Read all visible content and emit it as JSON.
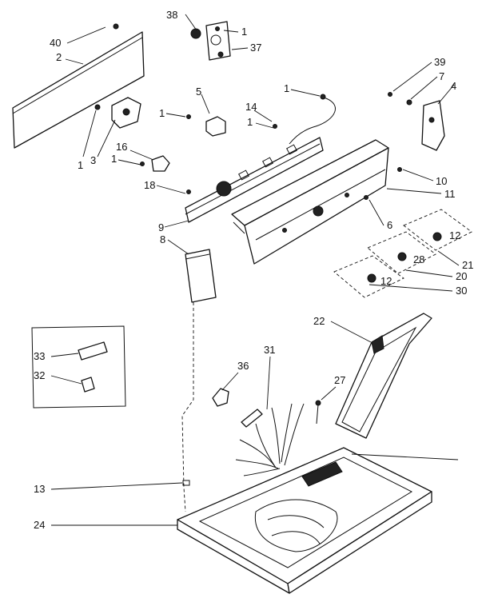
{
  "callouts": [
    {
      "id": "c38",
      "label": "38"
    },
    {
      "id": "c1a",
      "label": "1"
    },
    {
      "id": "c37",
      "label": "37"
    },
    {
      "id": "c40",
      "label": "40"
    },
    {
      "id": "c2",
      "label": "2"
    },
    {
      "id": "c39",
      "label": "39"
    },
    {
      "id": "c7",
      "label": "7"
    },
    {
      "id": "c4",
      "label": "4"
    },
    {
      "id": "c5",
      "label": "5"
    },
    {
      "id": "c1b",
      "label": "1"
    },
    {
      "id": "c14",
      "label": "14"
    },
    {
      "id": "c1c",
      "label": "1"
    },
    {
      "id": "c1d",
      "label": "1"
    },
    {
      "id": "c1e",
      "label": "1"
    },
    {
      "id": "c3",
      "label": "3"
    },
    {
      "id": "c16",
      "label": "16"
    },
    {
      "id": "c1f",
      "label": "1"
    },
    {
      "id": "c18",
      "label": "18"
    },
    {
      "id": "c10",
      "label": "10"
    },
    {
      "id": "c11",
      "label": "11"
    },
    {
      "id": "c9",
      "label": "9"
    },
    {
      "id": "c6",
      "label": "6"
    },
    {
      "id": "c12a",
      "label": "12"
    },
    {
      "id": "c8",
      "label": "8"
    },
    {
      "id": "c21",
      "label": "21"
    },
    {
      "id": "c28",
      "label": "28"
    },
    {
      "id": "c20",
      "label": "20"
    },
    {
      "id": "c12b",
      "label": "12"
    },
    {
      "id": "c30",
      "label": "30"
    },
    {
      "id": "c22",
      "label": "22"
    },
    {
      "id": "c33",
      "label": "33"
    },
    {
      "id": "c32",
      "label": "32"
    },
    {
      "id": "c36",
      "label": "36"
    },
    {
      "id": "c31",
      "label": "31"
    },
    {
      "id": "c27",
      "label": "27"
    },
    {
      "id": "c13",
      "label": "13"
    },
    {
      "id": "c24",
      "label": "24"
    }
  ]
}
